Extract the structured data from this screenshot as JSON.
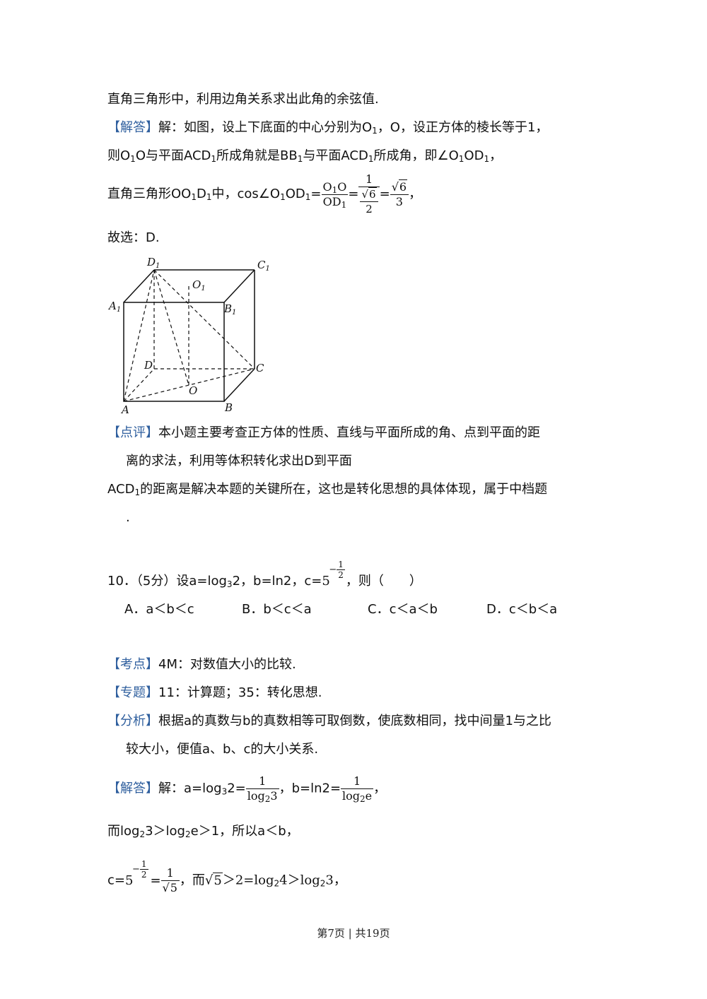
{
  "l1": "直角三角形中，利用边角关系求出此角的余弦值.",
  "tags": {
    "jieda": "【解答】",
    "dianping": "【点评】",
    "kaodian": "【考点】",
    "zhuanti": "【专题】",
    "fenxi": "【分析】"
  },
  "jd1": {
    "t1": "解：如图，设上下底面的中心分别为O",
    "t2": "，O，设正方体的棱长等于1，"
  },
  "jd2": {
    "a": "则O",
    "b": "O与平面ACD",
    "c": "所成角就是BB",
    "d": "与平面ACD",
    "e": "所成角，即∠O",
    "f": "OD",
    "g": "，"
  },
  "jd3": {
    "a": "直角三角形OO",
    "b": "D",
    "c": "中，cos∠O",
    "d": "OD",
    "e": "=",
    "f1n": "O",
    "f1n2": "O",
    "f1d": "OD",
    "eq": "=",
    "f2n": "1",
    "f2d": "6",
    "f2d2": "2",
    "eq2": "=",
    "f3n": "6",
    "f3d": "3",
    "end": "，"
  },
  "sub1": "1",
  "guxuan": "故选：D.",
  "figure": {
    "labels": [
      "D1",
      "C1",
      "O1",
      "A1",
      "B1",
      "D",
      "C",
      "O",
      "A",
      "B"
    ]
  },
  "dp": {
    "l1": "本小题主要考查正方体的性质、直线与平面所成的角、点到平面的距",
    "l2": "离的求法，利用等体积转化求出D到平面",
    "l3a": "ACD",
    "l3b": "的距离是解决本题的关键所在，这也是转化思想的具体体现，属于中档题",
    "l4": "."
  },
  "q10": {
    "a": "10．（5分）设a=log",
    "a_sub": "3",
    "b": "2，b=ln2，c=",
    "base": "5",
    "exp_sign": "−",
    "exp_num": "1",
    "exp_den": "2",
    "end": "，则（　　）",
    "options": [
      "A．a＜b＜c",
      "B．b＜c＜a",
      "C．c＜a＜b",
      "D．c＜b＜a"
    ]
  },
  "kaodian": "4M：对数值大小的比较.",
  "zhuanti": "11：计算题；35：转化思想.",
  "fenxi": {
    "l1": "根据a的真数与b的真数相等可取倒数，使底数相同，找中间量1与之比",
    "l2": "较大小，便值a、b、c的大小关系."
  },
  "jd4": {
    "a": "解：a=log",
    "a_sub": "3",
    "b": "2=",
    "f1n": "1",
    "f1d": "log",
    "f1d_sub": "2",
    "f1d2": "3",
    "c": "，b=ln2=",
    "f2n": "1",
    "f2d": "log",
    "f2d_sub": "2",
    "f2d2": "e",
    "end": "，"
  },
  "jd5": {
    "a": "而log",
    "a_sub": "2",
    "b": "3＞log",
    "b_sub": "2",
    "c": "e＞1，所以a＜b，"
  },
  "jd6": {
    "a": "c=",
    "base": "5",
    "exp_sign": "−",
    "exp_num": "1",
    "exp_den": "2",
    "eq": "=",
    "fn": "1",
    "fd": "5",
    "b": "，而",
    "rad": "5",
    "c": "＞2=log",
    "c_sub": "2",
    "d": "4＞log",
    "d_sub": "2",
    "e": "3，"
  },
  "footer": "第7页 | 共19页"
}
